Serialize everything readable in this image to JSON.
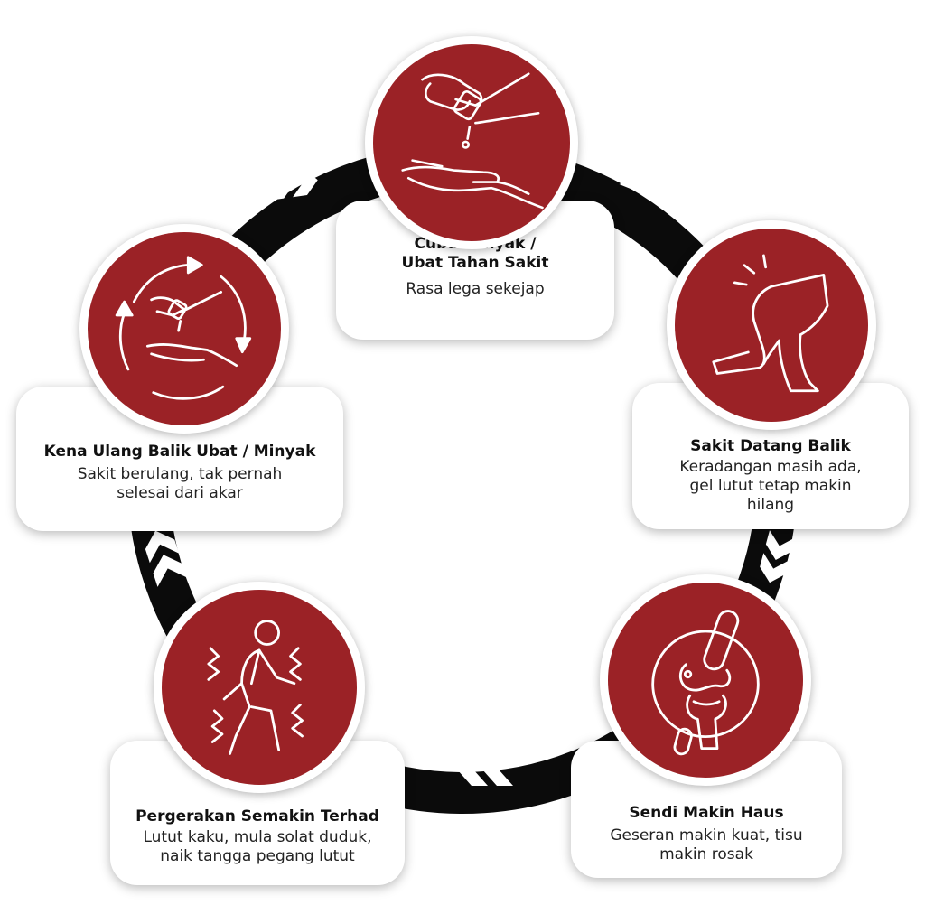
{
  "colors": {
    "ring": "#0b0b0b",
    "accent": "#9b2226",
    "card_bg": "#ffffff",
    "icon_line": "#ffffff"
  },
  "steps": [
    {
      "title_line1": "Cuba Minyak /",
      "title_line2": "Ubat Tahan Sakit",
      "desc_line1": "Rasa lega sekejap",
      "desc_line2": "",
      "icon": "hand-ointment-icon"
    },
    {
      "title_line1": "Sakit Datang Balik",
      "title_line2": "",
      "desc_line1": "Keradangan masih ada,",
      "desc_line2": "gel lutut tetap makin",
      "desc_line3": "hilang",
      "icon": "knee-pain-icon"
    },
    {
      "title_line1": "Sendi Makin Haus",
      "title_line2": "",
      "desc_line1": "Geseran makin kuat, tisu",
      "desc_line2": "makin rosak",
      "icon": "knee-joint-icon"
    },
    {
      "title_line1": "Pergerakan Semakin Terhad",
      "title_line2": "",
      "desc_line1": "Lutut kaku, mula solat duduk,",
      "desc_line2": "naik tangga pegang lutut",
      "icon": "stiff-person-icon"
    },
    {
      "title_line1": "Kena Ulang Balik Ubat / Minyak",
      "title_line2": "",
      "desc_line1": "Sakit berulang, tak pernah",
      "desc_line2": "selesai dari akar",
      "icon": "repeat-cycle-icon"
    }
  ]
}
